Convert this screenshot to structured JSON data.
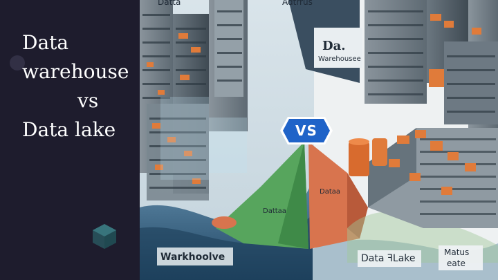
{
  "title": {
    "line1": "Data",
    "line2": "warehouse",
    "line3": "vs",
    "line4": "Data lake"
  },
  "badge": {
    "label": "VS"
  },
  "art_labels": {
    "top_left": "Datta",
    "top_center": "Adtrrus",
    "logo_main": "Da.",
    "logo_sub": "Warehousee",
    "mid_left_small": "Dattaa",
    "mid_right_small": "Dataa",
    "bottom_left": "Warkhoolve",
    "bottom_center": "Data ꟻLake",
    "bottom_right_top": "Matus",
    "bottom_right_bottom": "eate"
  },
  "colors": {
    "left_panel_bg": "#1e1c2d",
    "vs_badge": "#1f63c8",
    "water": "#2f5f82",
    "green_hill": "#56a35b",
    "orange_hill": "#d4714c",
    "server_orange": "#e07b3a"
  }
}
